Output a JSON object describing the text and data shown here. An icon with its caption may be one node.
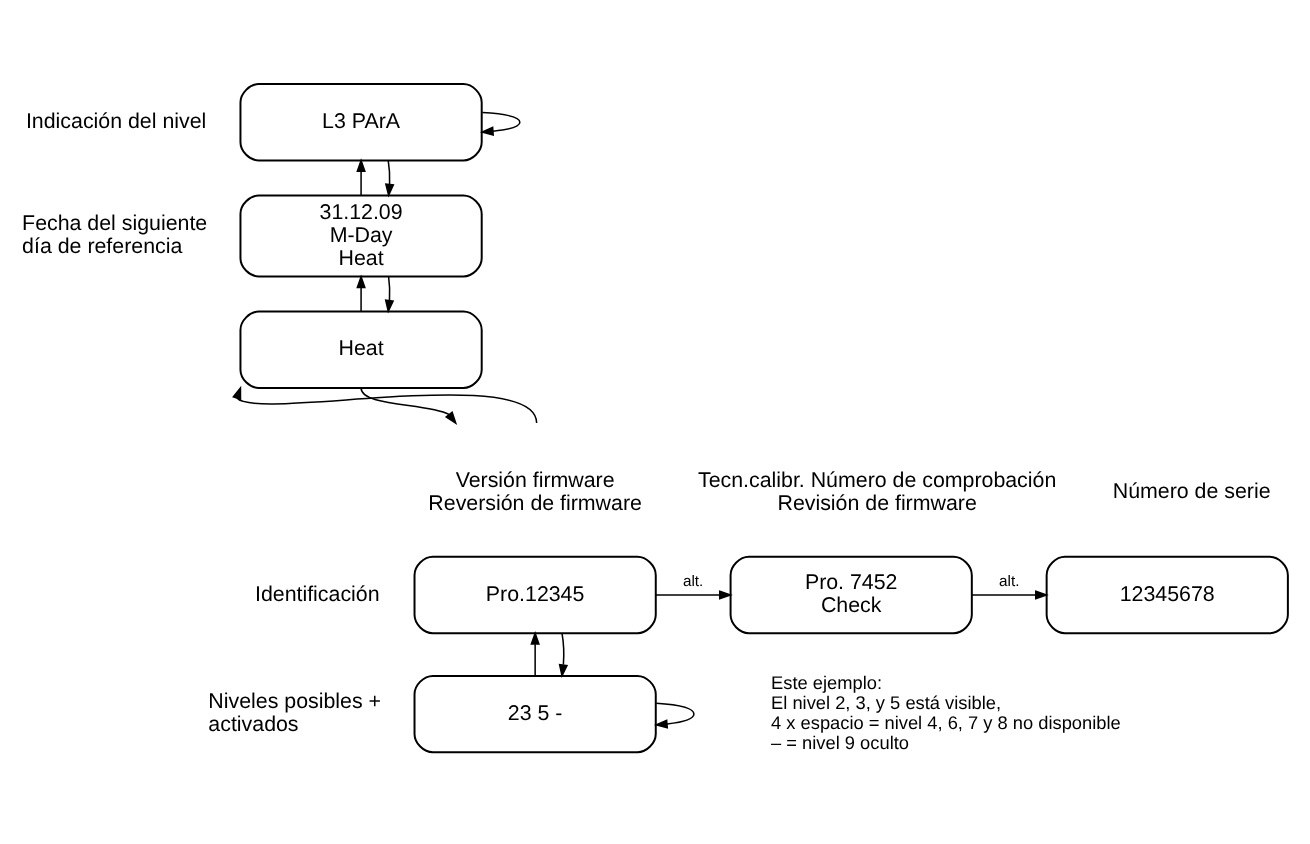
{
  "diagram": {
    "nodes": [
      {
        "text": [
          "L3 PArA"
        ],
        "beside": [
          "Indicación del nivel"
        ]
      },
      {
        "text": [
          "31.12.09",
          "M-Day",
          "Heat"
        ],
        "beside": [
          "Fecha del siguiente día de referencia"
        ]
      },
      {
        "text": [
          "Heat"
        ]
      },
      {
        "text": [
          "Pro.12345"
        ],
        "beside": [
          "Identificación",
          "Versión firmware",
          "Reversión de firmware"
        ]
      },
      {
        "text": [
          "Pro. 7452",
          "Check"
        ],
        "beside": [
          "Tecn.calibr. Número de comprobación",
          "Revisión de firmware"
        ]
      },
      {
        "text": [
          "12345678"
        ],
        "beside": [
          "Número de serie"
        ]
      },
      {
        "text": [
          "23 5 -"
        ],
        "beside": [
          "Niveles posibles + activados"
        ]
      }
    ],
    "edges": [
      {
        "from": 0,
        "to": 0,
        "arrow": "to"
      },
      {
        "from": 1,
        "to": 0,
        "arrow": "to"
      },
      {
        "from": 0,
        "to": 1,
        "arrow": "to"
      },
      {
        "from": 2,
        "to": 1,
        "arrow": "to"
      },
      {
        "from": 1,
        "to": 2,
        "arrow": "to"
      },
      {
        "from": null,
        "to": 2,
        "arrow": "to"
      },
      {
        "from": 2,
        "to": null,
        "arrow": "to"
      },
      {
        "from": 6,
        "to": 3,
        "arrow": "to"
      },
      {
        "from": 3,
        "to": 6,
        "arrow": "to"
      },
      {
        "from": 6,
        "to": 6,
        "arrow": "to"
      },
      {
        "from": 3,
        "to": 4,
        "label": "alt.",
        "arrow": "to"
      },
      {
        "from": 4,
        "to": 5,
        "label": "alt.",
        "arrow": "to"
      }
    ],
    "labels": [
      "Este ejemplo:",
      "El nivel 2, 3, y 5 está visible,",
      "4 x espacio = nivel 4, 6, 7 y 8 no disponible",
      "– = nivel 9 oculto"
    ]
  }
}
